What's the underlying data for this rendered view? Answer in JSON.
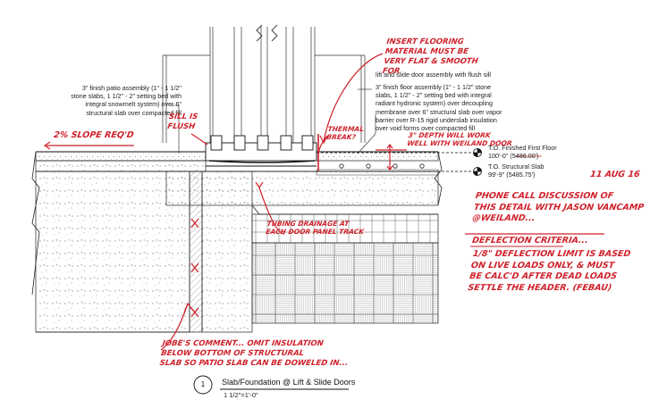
{
  "notes": {
    "patio_assembly": "3\" finish patio assembly (1\" - 1 1/2\"\nstone slabs, 1 1/2\" - 2\" setting bed with\nintegral snowmelt system) over 6\"\nstructural slab over compacted fill",
    "door_assembly": "lift and slide door assembly with flush sill",
    "floor_assembly": "3\" finish floor assembly (1\" - 1 1/2\" stone\nslabs, 1 1/2\" - 2\" setting bed with integral\nradiant hydronic system) over decoupling\nmembrane over 6\" structural slab over vapor\nbarrier over R-15 rigid underslab insulation\nover void forms over compacted fill"
  },
  "levels": {
    "finished_floor_label": "T.O. Finished First Floor",
    "finished_floor_value": "100'-0\" (5486.00')",
    "structural_slab_label": "T.O. Structural Slab",
    "structural_slab_value": "99'-9\" (5485.75')"
  },
  "detail": {
    "number": "1",
    "title": "Slab/Foundation @ Lift & Slide Doors",
    "scale": "1 1/2\"=1'-0\""
  },
  "markups": {
    "inset_flooring": "INSERT FLOORING\nMATERIAL MUST BE\nVERY FLAT & SMOOTH\nFOR",
    "sill_flush": "SILL IS\nFLUSH",
    "slope": "2% SLOPE REQ'D",
    "thermal_break": "THERMAL\nBREAK?",
    "depth": "3\" DEPTH WILL WORK\nWELL WITH WEILAND DOOR",
    "date": "11 AUG 16",
    "phone_call": "PHONE CALL DISCUSSION OF\nTHIS DETAIL WITH JASON VANCAMP\n@WEILAND...",
    "tubing": "TUBING DRAINAGE AT\nEACH DOOR PANEL TRACK",
    "deflection_title": "DEFLECTION CRITERIA...",
    "deflection_body": "1/8\" DEFLECTION LIMIT IS BASED\nON LIVE LOADS ONLY, & MUST\nBE CALC'D AFTER DEAD LOADS\nSETTLE THE HEADER. (FEBAU)",
    "comment": "JOBE'S COMMENT... OMIT INSULATION\nBELOW BOTTOM OF STRUCTURAL\nSLAB SO PATIO SLAB CAN BE DOWELED IN..."
  },
  "colors": {
    "markup_red": "#d0212b",
    "linework": "#222222"
  }
}
